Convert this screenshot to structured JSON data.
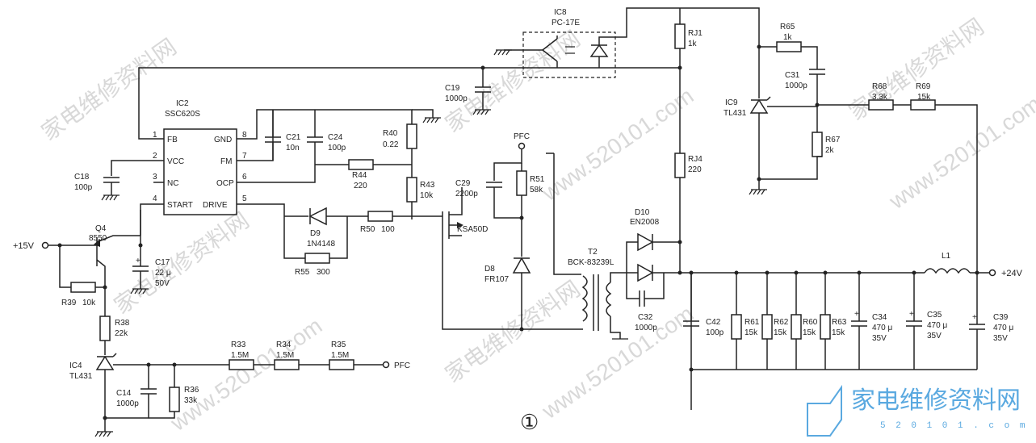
{
  "figure_number": "①",
  "ic2": {
    "ref": "IC2",
    "part": "SSC620S",
    "pins": [
      {
        "num": "1",
        "name": "FB"
      },
      {
        "num": "2",
        "name": "VCC"
      },
      {
        "num": "3",
        "name": "NC"
      },
      {
        "num": "4",
        "name": "START"
      },
      {
        "num": "8",
        "name": "GND"
      },
      {
        "num": "7",
        "name": "FM"
      },
      {
        "num": "6",
        "name": "OCP"
      },
      {
        "num": "5",
        "name": "DRIVE"
      }
    ]
  },
  "ic8": {
    "ref": "IC8",
    "part": "PC-17E"
  },
  "ic9": {
    "ref": "IC9",
    "part": "TL431"
  },
  "ic4": {
    "ref": "IC4",
    "part": "TL431"
  },
  "q4": {
    "ref": "Q4",
    "part": "8550"
  },
  "fet": {
    "part": "KSA50D"
  },
  "t2": {
    "ref": "T2",
    "part": "BCK-83239L"
  },
  "d8": {
    "ref": "D8",
    "part": "FR107"
  },
  "d9": {
    "ref": "D9",
    "part": "1N4148"
  },
  "d10": {
    "ref": "D10",
    "part": "EN2008"
  },
  "l1": {
    "ref": "L1"
  },
  "nets": {
    "v15": "+15V",
    "v24": "+24V",
    "pfc": "PFC"
  },
  "resistors": {
    "r40": {
      "ref": "R40",
      "value": "0.22"
    },
    "r44": {
      "ref": "R44",
      "value": "220"
    },
    "r43": {
      "ref": "R43",
      "value": "10k"
    },
    "r50": {
      "ref": "R50",
      "value": "100"
    },
    "r55": {
      "ref": "R55",
      "value": "300"
    },
    "r51": {
      "ref": "R51",
      "value": "58k"
    },
    "r39": {
      "ref": "R39",
      "value": "10k"
    },
    "r38": {
      "ref": "R38",
      "value": "22k"
    },
    "r36": {
      "ref": "R36",
      "value": "33k"
    },
    "r33": {
      "ref": "R33",
      "value": "1.5M"
    },
    "r34": {
      "ref": "R34",
      "value": "1.5M"
    },
    "r35": {
      "ref": "R35",
      "value": "1.5M"
    },
    "rj1": {
      "ref": "RJ1",
      "value": "1k"
    },
    "rj4": {
      "ref": "RJ4",
      "value": "220"
    },
    "r65": {
      "ref": "R65",
      "value": "1k"
    },
    "r68": {
      "ref": "R68",
      "value": "3.3k"
    },
    "r69": {
      "ref": "R69",
      "value": "15k"
    },
    "r67": {
      "ref": "R67",
      "value": "2k"
    },
    "r61": {
      "ref": "R61",
      "value": "15k"
    },
    "r62": {
      "ref": "R62",
      "value": "15k"
    },
    "r60": {
      "ref": "R60",
      "value": "15k"
    },
    "r63": {
      "ref": "R63",
      "value": "15k"
    }
  },
  "capacitors": {
    "c19": {
      "ref": "C19",
      "value": "1000p"
    },
    "c21": {
      "ref": "C21",
      "value": "10n"
    },
    "c24": {
      "ref": "C24",
      "value": "100p"
    },
    "c18": {
      "ref": "C18",
      "value": "100p"
    },
    "c17": {
      "ref": "C17",
      "value": "22 μ",
      "rating": "50V"
    },
    "c29": {
      "ref": "C29",
      "value": "2200p"
    },
    "c14": {
      "ref": "C14",
      "value": "1000p"
    },
    "c31": {
      "ref": "C31",
      "value": "1000p"
    },
    "c32": {
      "ref": "C32",
      "value": "1000p"
    },
    "c42": {
      "ref": "C42",
      "value": "100p"
    },
    "c34": {
      "ref": "C34",
      "value": "470 μ",
      "rating": "35V"
    },
    "c35": {
      "ref": "C35",
      "value": "470 μ",
      "rating": "35V"
    },
    "c39": {
      "ref": "C39",
      "value": "470 μ",
      "rating": "35V"
    }
  },
  "watermark": {
    "text": "家电维修资料网",
    "url": "www.520101.com",
    "logo_text": "家电维修资料网",
    "logo_url": "5 2 0 1 0 1 . c o m",
    "logo_color": "#5aa9e0"
  }
}
